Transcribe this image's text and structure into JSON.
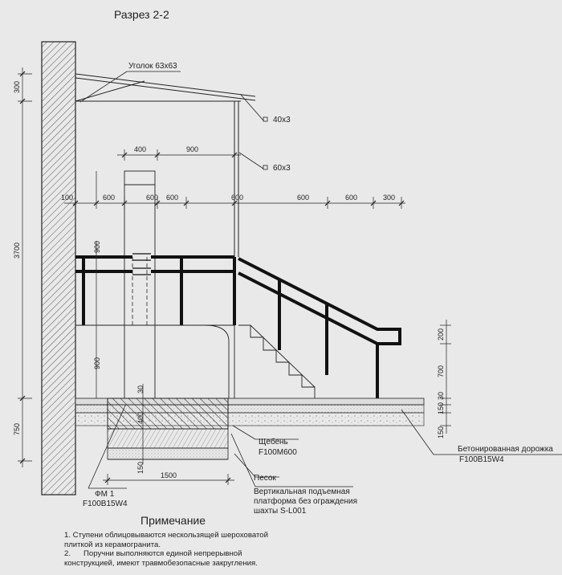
{
  "title": "Разрез 2-2",
  "labels": {
    "corner": "Уголок 63x63",
    "tube40": "40x3",
    "tube60": "60x3",
    "gravel_line1": "Щебень",
    "gravel_line2": "F100M600",
    "sand": "Песок",
    "path_line1": "Бетонированная дорожка",
    "path_line2": "F100B15W4",
    "platform_line1": "Вертикальная подъемная",
    "platform_line2": "платформа без ограждения",
    "platform_line3": "шахты S-L001",
    "fm_line1": "ФМ 1",
    "fm_line2": "F100B15W4"
  },
  "dims": {
    "left_300": "300",
    "left_3700": "3700",
    "left_750": "750",
    "top_400": "400",
    "top_900": "900",
    "row_100": "100",
    "row_600a": "600",
    "row_600b": "600",
    "row_600c": "600",
    "row_600d": "600",
    "row_600e": "600",
    "row_600f": "600",
    "row_300": "300",
    "rail_900a": "900",
    "rail_900b": "900",
    "found_30": "30",
    "found_400": "400",
    "found_150": "150",
    "found_1500": "1500",
    "right_200": "200",
    "right_700": "700",
    "right_30": "30",
    "right_150a": "150",
    "right_150b": "150"
  },
  "note": {
    "heading": "Примечание",
    "line1a": "1. Ступени облицовываются нескользящей шероховатой",
    "line1b": "плиткой из керамогранита.",
    "line2a": "2.      Поручни выполняются единой непрерывной",
    "line2b": "конструкцией, имеют травмобезопасные закругления."
  },
  "colors": {
    "background": "#e9e9e9",
    "line": "#222222",
    "rail": "#111111"
  }
}
